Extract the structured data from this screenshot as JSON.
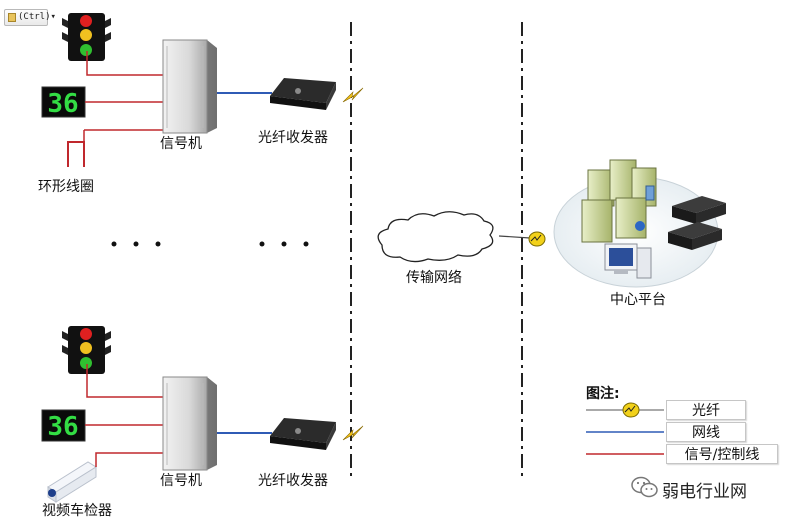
{
  "toolbar": {
    "ctrl_label": "(Ctrl)▾"
  },
  "labels": {
    "signal_machine_top": "信号机",
    "fiber_transceiver_top": "光纤收发器",
    "loop_coil": "环形线圈",
    "signal_machine_bottom": "信号机",
    "fiber_transceiver_bottom": "光纤收发器",
    "video_detector": "视频车检器",
    "transmission_network": "传输网络",
    "central_platform": "中心平台",
    "countdown_top": "36",
    "countdown_bottom": "36"
  },
  "legend": {
    "title": "图注:",
    "items": [
      "光纤",
      "网线",
      "信号/控制线"
    ]
  },
  "watermark": {
    "text": "弱电行业网"
  },
  "colors": {
    "signal_line": "#c0282d",
    "network_line": "#2f5bb5",
    "fiber_line": "#444444",
    "countdown_digits": "#33dd44",
    "light_red": "#e02020",
    "light_yellow": "#f0c020",
    "light_green": "#30c030"
  }
}
